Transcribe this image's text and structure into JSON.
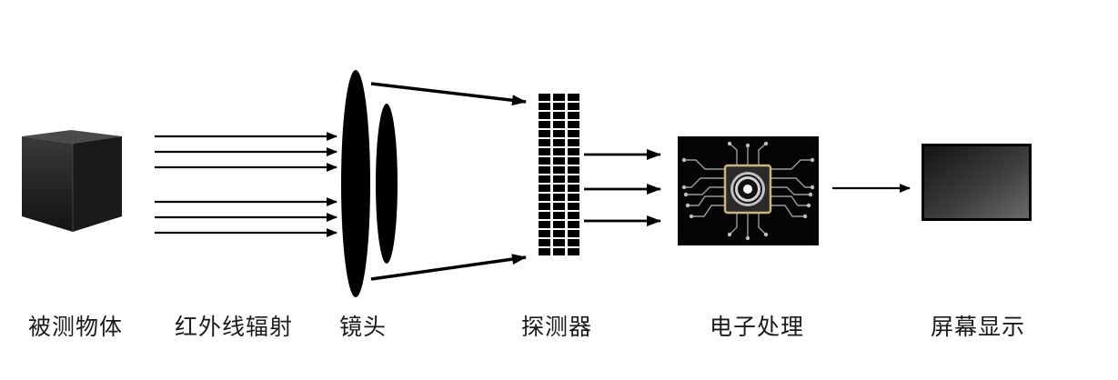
{
  "labels": {
    "object": "被测物体",
    "radiation": "红外线辐射",
    "lens": "镜头",
    "detector": "探测器",
    "processing": "电子处理",
    "display": "屏幕显示"
  },
  "colors": {
    "ink": "#000000",
    "cube_front": "#2b2b2b",
    "cube_top": "#4a4a4a",
    "cube_side": "#1b1b1b",
    "chip_ring": "#c8a86a",
    "screen_light": "#5a5a5a",
    "screen_dark": "#0f0f0f"
  },
  "icons": {
    "object": "cube-icon",
    "lens": "double-lens-icon",
    "detector": "pixel-grid-icon",
    "processing": "circuit-chip-icon",
    "display": "monitor-screen-icon"
  }
}
